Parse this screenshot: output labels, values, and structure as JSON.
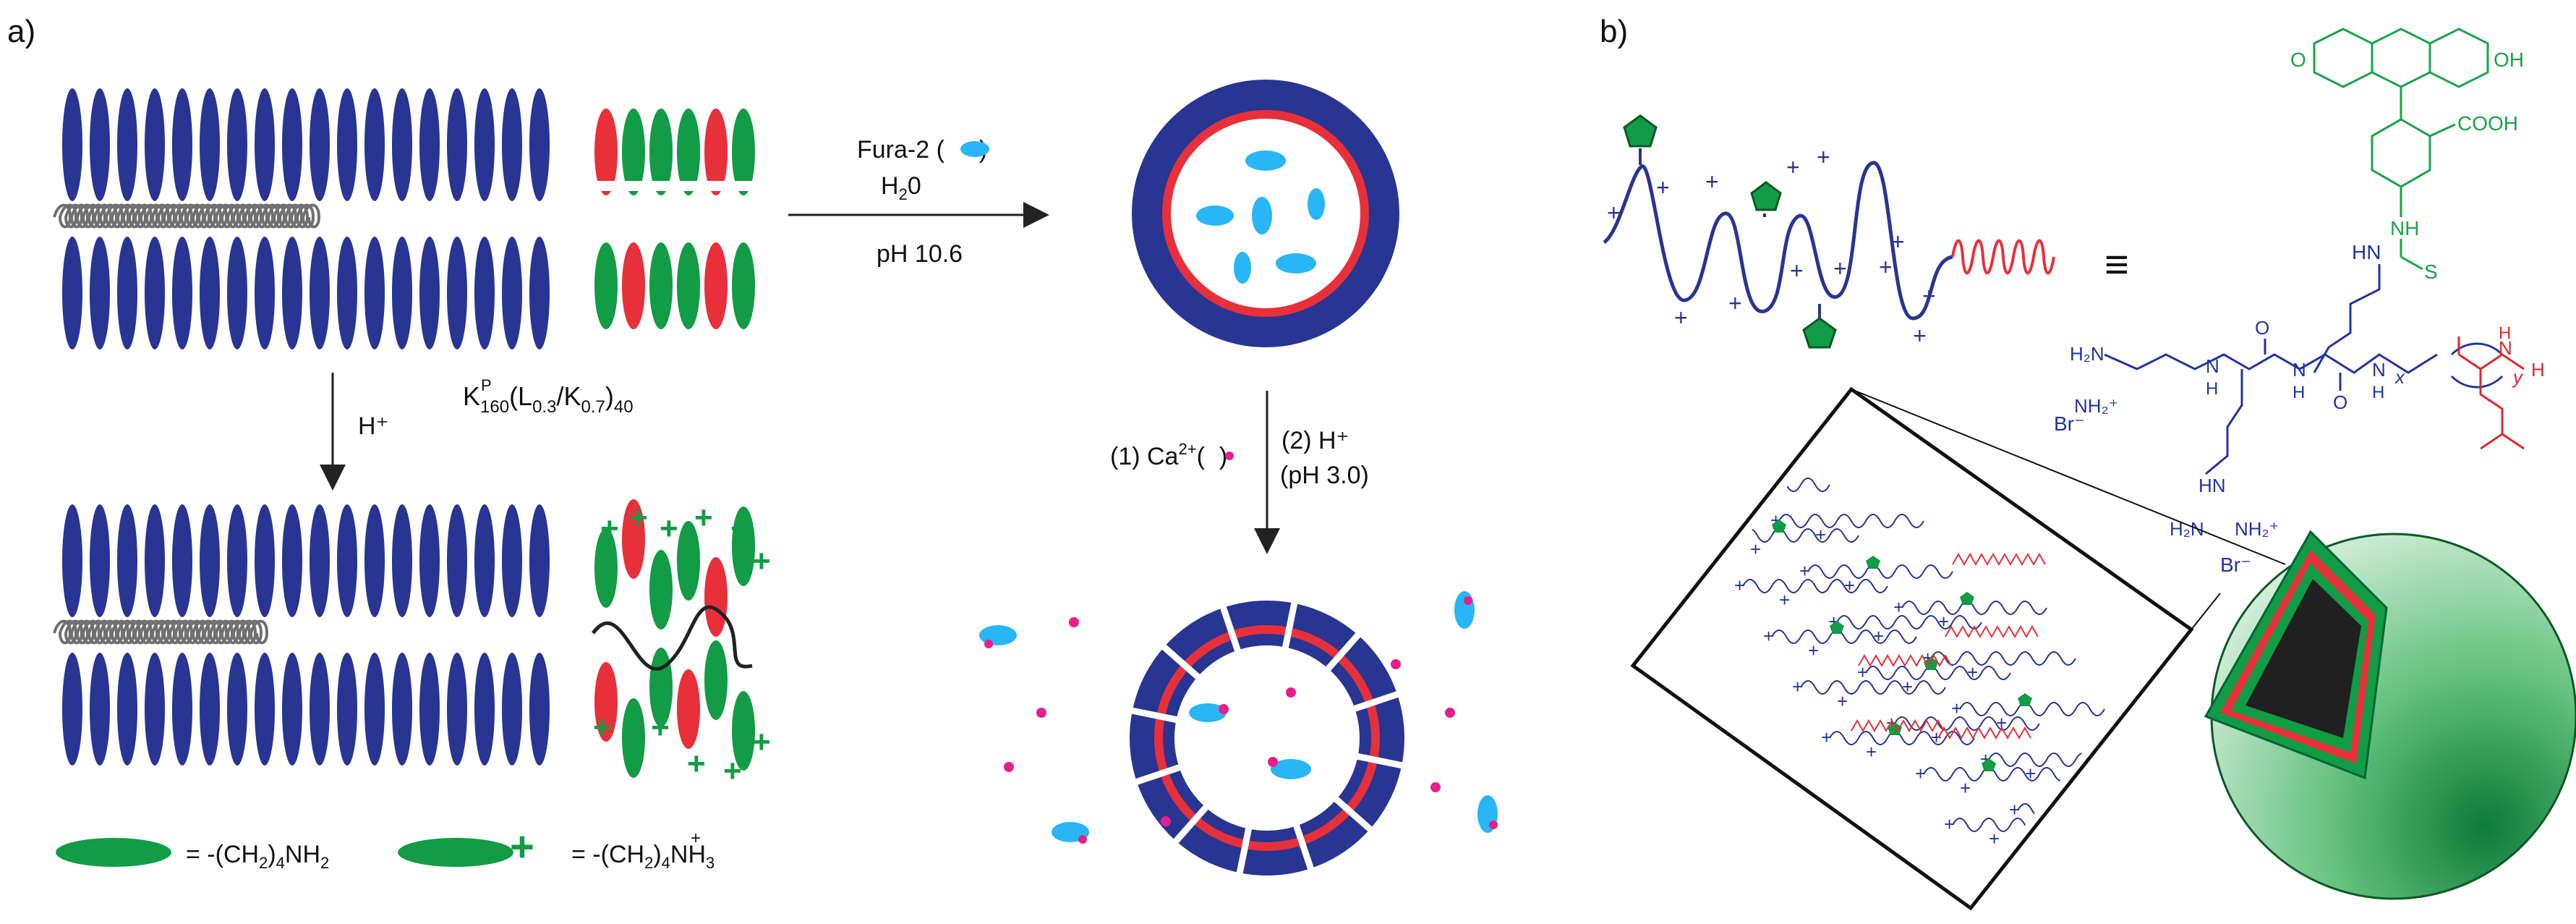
{
  "panel_a": {
    "label": "a)",
    "polymer_name": {
      "main": "K",
      "sup": "P",
      "sub1": "160",
      "mid": "(L",
      "sub2": "0.3",
      "mid2": "/K",
      "sub3": "0.7",
      "end": ")",
      "sub4": "40"
    },
    "arrow_down_label": "H⁺",
    "arrow_right": {
      "line1_prefix": "Fura-2 (",
      "line1_suffix": ")",
      "line2_main": "H",
      "line2_sub": "2",
      "line2_end": "0",
      "line3": "pH 10.6"
    },
    "arrow_vesicle": {
      "left_prefix": "(1) Ca",
      "left_sup": "2+",
      "left_paren_open": "(",
      "left_paren_close": ")",
      "right_line1": "(2) H⁺",
      "right_line2": "(pH 3.0)"
    },
    "legend": {
      "neutral": {
        "eq": "= -(CH",
        "sub": "2",
        "close": ")",
        "sub2": "4",
        "tail": "NH",
        "sub3": "2"
      },
      "charged": {
        "plus": "+",
        "eq": "= -(CH",
        "sub": "2",
        "close": ")",
        "sub2": "4",
        "sup_plus": "+",
        "tail": "NH",
        "sub3": "3"
      }
    }
  },
  "panel_b": {
    "label": "b)",
    "equiv": "≡",
    "chem": {
      "o_left": "O",
      "oh": "OH",
      "cooh": "COOH",
      "nh_top": "NH",
      "s": "S",
      "hn_mid": "HN",
      "h2n": "H₂N",
      "nh2plus": "NH₂⁺",
      "br1": "Br⁻",
      "o1": "O",
      "o2": "O",
      "n1": "N",
      "n2": "N",
      "n3": "N",
      "h1": "H",
      "h2": "H",
      "h3": "H",
      "x": "x",
      "y": "y",
      "nh_red": "N",
      "h_red": "H",
      "h_end": "H",
      "hn_low": "HN",
      "h2n_low": "H₂N",
      "nh2plus_low": "NH₂⁺",
      "br2": "Br⁻"
    }
  },
  "colors": {
    "blue": "#283593",
    "green": "#119c45",
    "red": "#e8303a",
    "cyan": "#29b6f6",
    "magenta": "#e91e8c",
    "grey": "#707070",
    "chem_blue": "#2233a0",
    "chem_green": "#1aa34a",
    "chem_red": "#e0262f"
  }
}
